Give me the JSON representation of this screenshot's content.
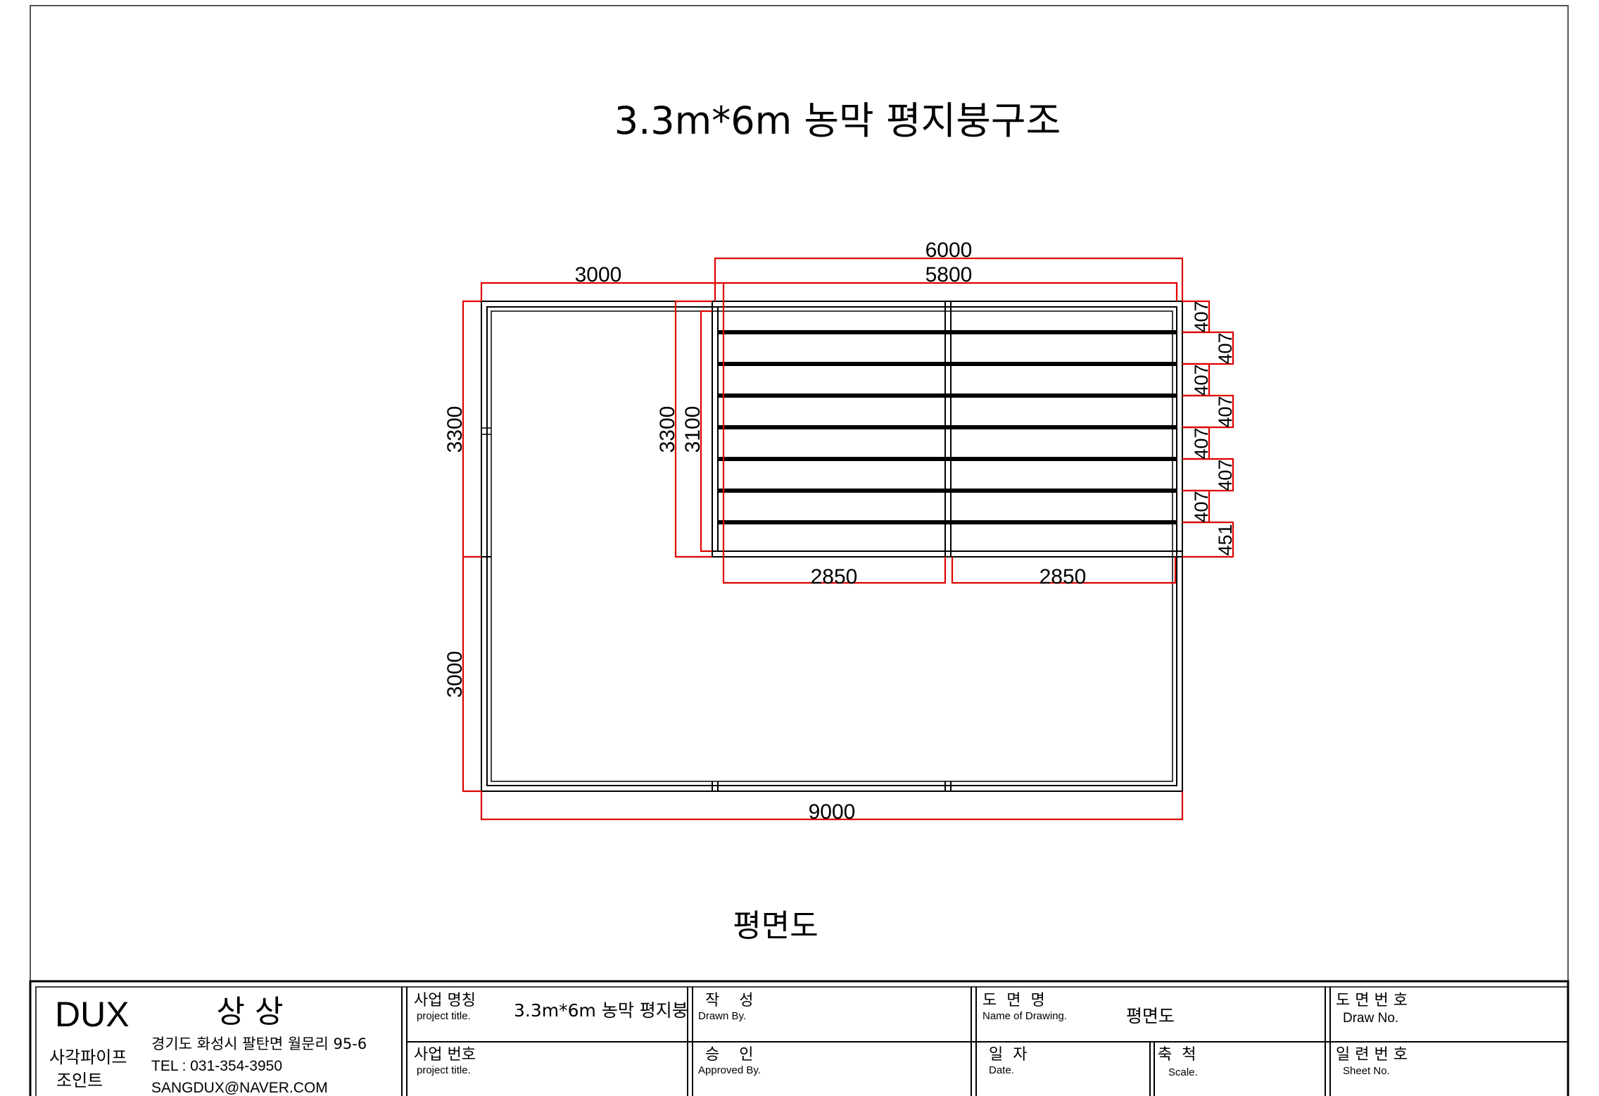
{
  "drawing": {
    "title": "3.3m*6m 농막 평지붕구조",
    "view_label": "평면도",
    "dims": {
      "top_overall": "6000",
      "top_inner": "5800",
      "top_left": "3000",
      "bottom_overall": "9000",
      "bay_left": "2850",
      "bay_right": "2850",
      "left_upper": "3300",
      "left_lower": "3000",
      "roof_depth_outer": "3300",
      "roof_depth_inner": "3100",
      "rafter_spacing_a": [
        "407",
        "407",
        "407",
        "407"
      ],
      "rafter_spacing_b": [
        "407",
        "407",
        "407"
      ],
      "rafter_spacing_last": "451"
    }
  },
  "title_block": {
    "company": {
      "brand": "DUX",
      "name": "상 상",
      "line1": "사각파이프",
      "line2": "조인트",
      "address": "경기도 화성시 팔탄면 월문리 95-6",
      "tel": "TEL : 031-354-3950",
      "email": "SANGDUX@NAVER.COM"
    },
    "project_name_label": "사업 명칭",
    "project_name_sub": "project title.",
    "project_name_value": "3.3m*6m 농막 평지붕",
    "project_no_label": "사업 번호",
    "project_no_sub": "project title.",
    "drawn_label": "작    성",
    "drawn_sub": "Drawn By.",
    "approved_label": "승    인",
    "approved_sub": "Approved By.",
    "drawing_name_label": "도  면  명",
    "drawing_name_sub": "Name of Drawing.",
    "drawing_name_value": "평면도",
    "date_label": "일  자",
    "date_sub": "Date.",
    "scale_label": "축  척",
    "scale_sub": "Scale.",
    "draw_no_label": "도 면 번 호",
    "draw_no_sub": "Draw No.",
    "sheet_no_label": "일 련 번 호",
    "sheet_no_sub": "Sheet No."
  }
}
